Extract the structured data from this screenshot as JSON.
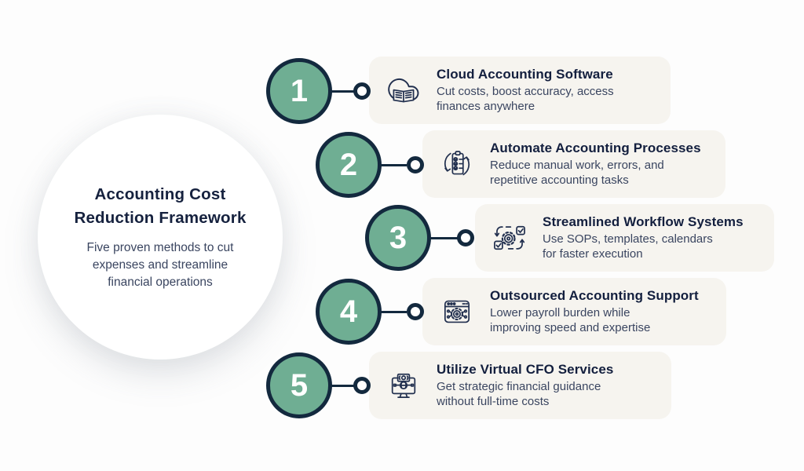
{
  "hero": {
    "title": "Accounting Cost\nReduction Framework",
    "subtitle": "Five proven methods to cut\nexpenses and streamline\nfinancial operations"
  },
  "steps": [
    {
      "number": "1",
      "title": "Cloud Accounting Software",
      "description": "Cut costs, boost accuracy, access\nfinances anywhere",
      "icon": "cloud-book-icon"
    },
    {
      "number": "2",
      "title": "Automate Accounting Processes",
      "description": "Reduce manual work, errors, and\nrepetitive accounting tasks",
      "icon": "clipboard-sync-icon"
    },
    {
      "number": "3",
      "title": "Streamlined Workflow Systems",
      "description": "Use SOPs, templates, calendars\nfor faster execution",
      "icon": "workflow-gear-icon"
    },
    {
      "number": "4",
      "title": "Outsourced Accounting Support",
      "description": "Lower payroll burden while\nimproving speed and expertise",
      "icon": "browser-gear-icon"
    },
    {
      "number": "5",
      "title": "Utilize Virtual CFO Services",
      "description": "Get strategic financial guidance\nwithout full-time costs",
      "icon": "monitor-money-icon"
    }
  ],
  "colors": {
    "background": "#FDFDFD",
    "card_background": "#F6F4EF",
    "accent_green": "#6FAE93",
    "navy_dark": "#13293E",
    "title_text": "#131F3E",
    "description_text": "#3A4560",
    "icon_stroke": "#22304F"
  }
}
